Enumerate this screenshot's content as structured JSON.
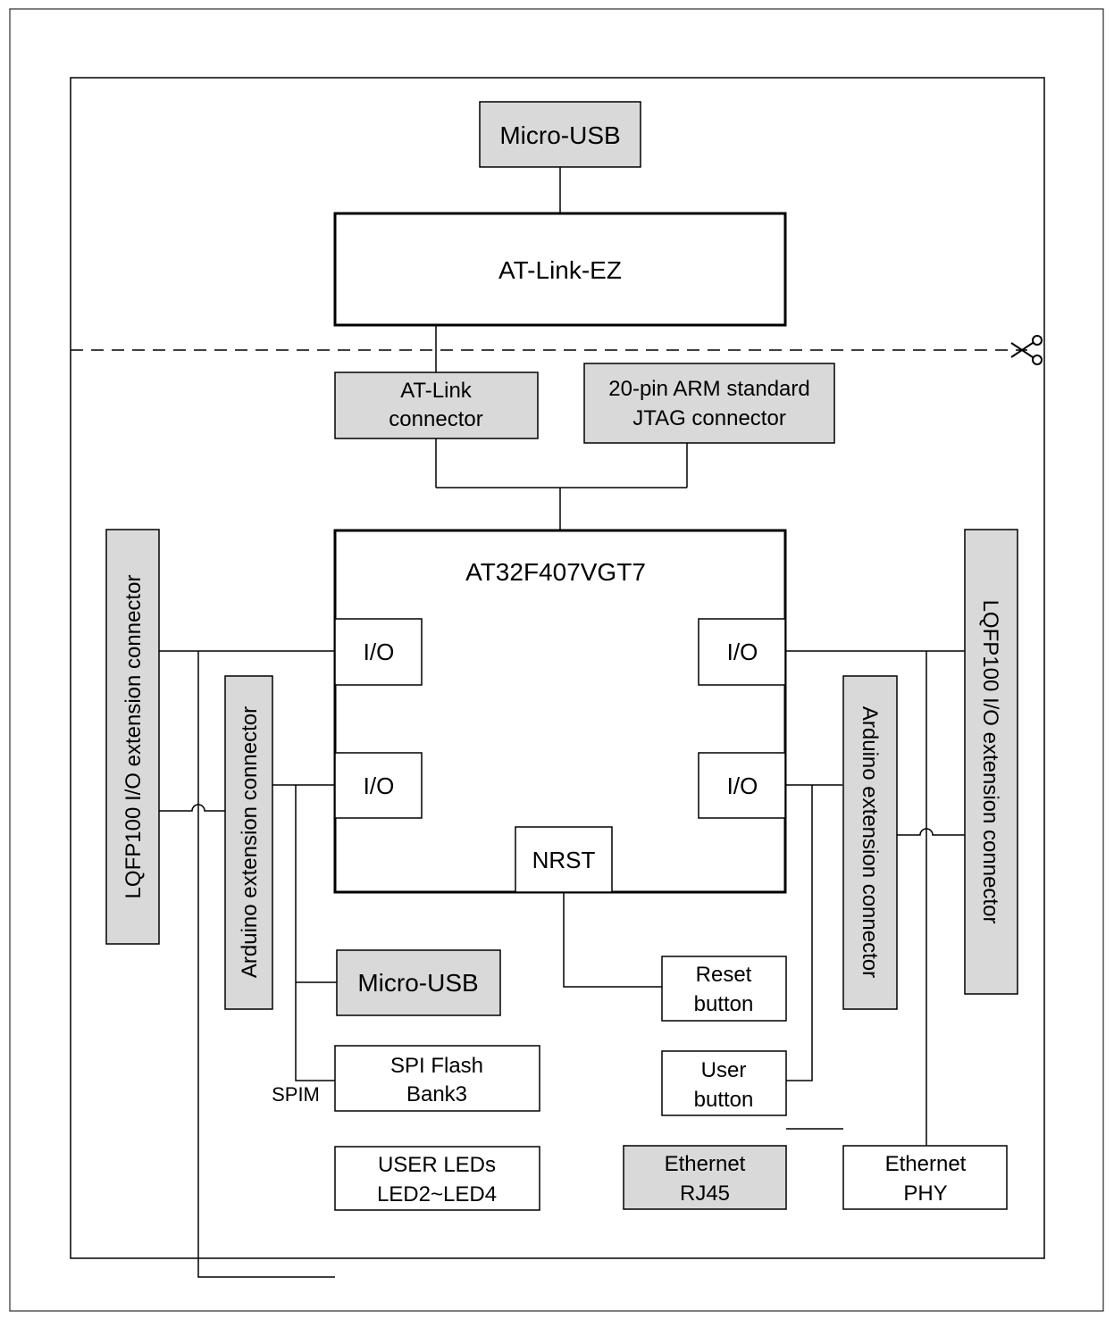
{
  "blocks": {
    "micro_usb_top": "Micro-USB",
    "at_link_ez": "AT-Link-EZ",
    "at_link_connector": [
      "AT-Link",
      "connector"
    ],
    "jtag_connector": [
      "20-pin ARM standard",
      "JTAG connector"
    ],
    "mcu": "AT32F407VGT7",
    "io_left_top": "I/O",
    "io_left_bottom": "I/O",
    "io_right_top": "I/O",
    "io_right_bottom": "I/O",
    "nrst": "NRST",
    "lqfp_left": "LQFP100 I/O extension connector",
    "arduino_left": "Arduino extension connector",
    "arduino_right": "Arduino extension connector",
    "lqfp_right": "LQFP100 I/O extension connector",
    "micro_usb_bottom": "Micro-USB",
    "spi_flash": [
      "SPI Flash",
      "Bank3"
    ],
    "spim_label": "SPIM",
    "user_leds": [
      "USER LEDs",
      "LED2~LED4"
    ],
    "reset_button": [
      "Reset",
      "button"
    ],
    "user_button": [
      "User",
      "button"
    ],
    "ethernet_rj45": [
      "Ethernet",
      "RJ45"
    ],
    "ethernet_phy": [
      "Ethernet",
      "PHY"
    ]
  },
  "colors": {
    "connector_fill": "#d9d9d9",
    "block_fill": "#ffffff",
    "line": "#000000"
  },
  "icons": {
    "cut_mark": "scissors-icon"
  }
}
